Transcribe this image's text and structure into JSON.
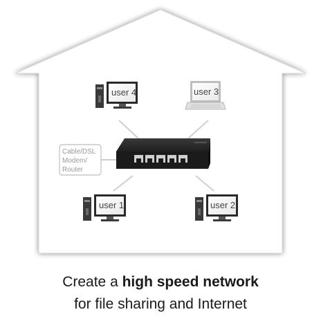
{
  "colors": {
    "house_fill": "#ffffff",
    "house_shadow": "#cfcfcf",
    "switch_body": "#1c1c1c",
    "connector_line": "#cfcfcf",
    "caption_text": "#1a1a1a"
  },
  "devices": [
    {
      "label": "user 4",
      "type": "desktop"
    },
    {
      "label": "user 3",
      "type": "laptop"
    },
    {
      "label": "user 1",
      "type": "desktop"
    },
    {
      "label": "user 2",
      "type": "desktop"
    }
  ],
  "modem": {
    "lines": [
      "Cable/DSL",
      "Modem/",
      "Router"
    ]
  },
  "switch": {
    "icon": "network-switch-icon",
    "port_count": 5
  },
  "caption": {
    "line1_prefix": "Create a ",
    "line1_bold": "high speed network",
    "line2": "for file sharing and Internet"
  }
}
